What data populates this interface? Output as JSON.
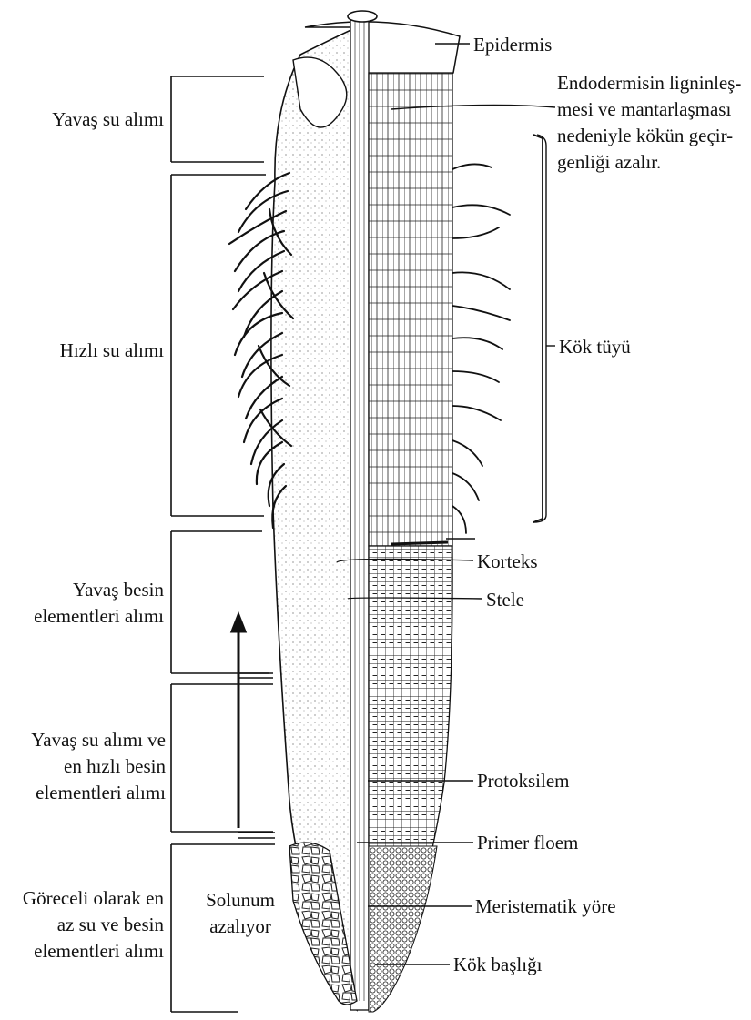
{
  "labels": {
    "left": {
      "slow_water": "Yavaş su alımı",
      "fast_water": "Hızlı su alımı",
      "slow_nutrient_1": "Yavaş besin",
      "slow_nutrient_2": "elementleri alımı",
      "slow_water_fast_nutrient_1": "Yavaş su alımı ve",
      "slow_water_fast_nutrient_2": "en hızlı besin",
      "slow_water_fast_nutrient_3": "elementleri alımı",
      "least_1": "Göreceli olarak en",
      "least_2": "az su ve besin",
      "least_3": "elementleri alımı"
    },
    "center": {
      "respiration_1": "Solunum",
      "respiration_2": "azalıyor"
    },
    "right": {
      "epidermis": "Epidermis",
      "endodermis_1": "Endodermisin ligninleş-",
      "endodermis_2": "mesi ve mantarlaşması",
      "endodermis_3": "nedeniyle kökün geçir-",
      "endodermis_4": "genliği azalır.",
      "root_hair": "Kök tüyü",
      "cortex": "Korteks",
      "stele": "Stele",
      "protoxylem": "Protoksilem",
      "primary_phloem": "Primer floem",
      "meristematic": "Meristematik yöre",
      "root_cap": "Kök başlığı"
    }
  },
  "colors": {
    "ink": "#111111",
    "paper": "#ffffff",
    "hatch": "#444444"
  }
}
